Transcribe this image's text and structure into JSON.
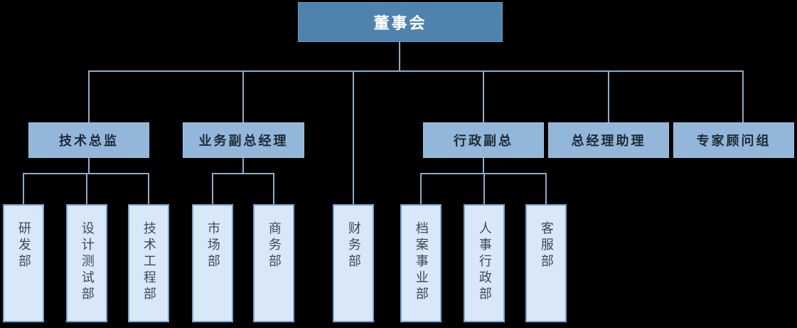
{
  "org_chart": {
    "root": {
      "label": "董事会"
    },
    "level2": {
      "tech_director": {
        "label": "技术总监"
      },
      "business_deputy_gm": {
        "label": "业务副总经理"
      },
      "admin_deputy_gm": {
        "label": "行政副总"
      },
      "gm_assistant": {
        "label": "总经理助理"
      },
      "expert_advisory_group": {
        "label": "专家顾问组"
      }
    },
    "level3": {
      "rd_dept": {
        "label": "研发部"
      },
      "design_test_dept": {
        "label": "设计测试部"
      },
      "tech_engineering_dept": {
        "label": "技术工程部"
      },
      "marketing_dept": {
        "label": "市场部"
      },
      "commerce_dept": {
        "label": "商务部"
      },
      "finance_dept": {
        "label": "财务部"
      },
      "archives_dept": {
        "label": "档案事业部"
      },
      "hr_admin_dept": {
        "label": "人事行政部"
      },
      "customer_service_dept": {
        "label": "客服部"
      }
    },
    "colors": {
      "background": "#000000",
      "root_fill": "#4f83ae",
      "root_text": "#ffffff",
      "level2_fill": "#92b7da",
      "level2_text": "#1e2935",
      "level3_fill": "#d9e8f8",
      "level3_border": "#7ba3cf",
      "level3_text": "#3f4854",
      "connector": "#8fabc5"
    }
  }
}
